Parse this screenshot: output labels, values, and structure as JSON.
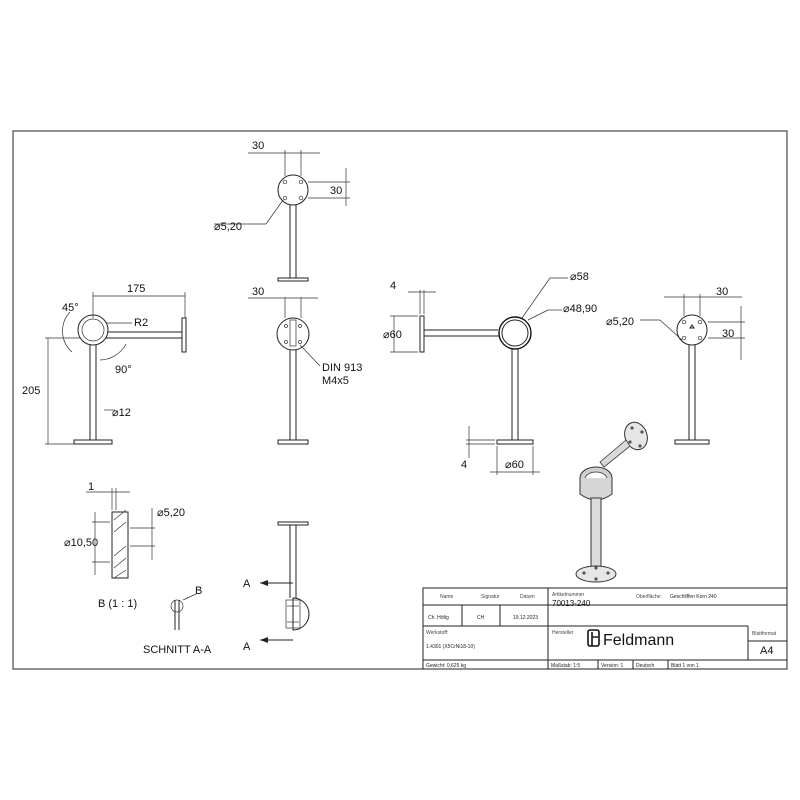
{
  "dimensions": {
    "top_view_width": "30",
    "top_view_height": "30",
    "top_view_hole": "⌀5,20",
    "side_length": "175",
    "side_angle1": "45°",
    "side_radius": "R2",
    "side_angle2": "90°",
    "side_height": "205",
    "side_tube": "⌀12",
    "front_width": "30",
    "din_label": "DIN 913",
    "screw_label": "M4x5",
    "right_thickness_top": "4",
    "right_diam60": "⌀60",
    "right_diam58": "⌀58",
    "right_diam48": "⌀48,90",
    "right_thickness_bottom": "4",
    "right_base_diam": "⌀60",
    "far_width": "30",
    "far_height": "30",
    "far_hole": "⌀5,20",
    "detail_thickness": "1",
    "detail_hole": "⌀5,20",
    "detail_diam": "⌀10,50",
    "detail_label": "B (1 : 1)",
    "detail_marker": "B",
    "section_a_top": "A",
    "section_a_bottom": "A",
    "section_label": "SCHNITT A-A"
  },
  "title_block": {
    "name_label": "Name",
    "signature_label": "Signatur",
    "date_label": "Datum",
    "article_label": "Artikelnummer",
    "article_number": "70013-240",
    "surface_label": "Oberfläche:",
    "surface_value": "Geschliffen Korn 240",
    "drawn_name": "Ch. Höfig",
    "drawn_sig": "CH",
    "drawn_date": "19.12.2023",
    "material_label": "Werkstoff:",
    "material_value": "1.4301 (X5CrNi18-10)",
    "maker_label": "Hersteller",
    "company": "Feldmann",
    "sheet_format_label": "Blattformat",
    "sheet_format": "A4",
    "weight": "Gewicht: 0,625 kg",
    "scale": "Maßstab: 1:5",
    "version": "Version: 1",
    "language": "Deutsch",
    "sheet": "Blatt 1 von 1"
  }
}
